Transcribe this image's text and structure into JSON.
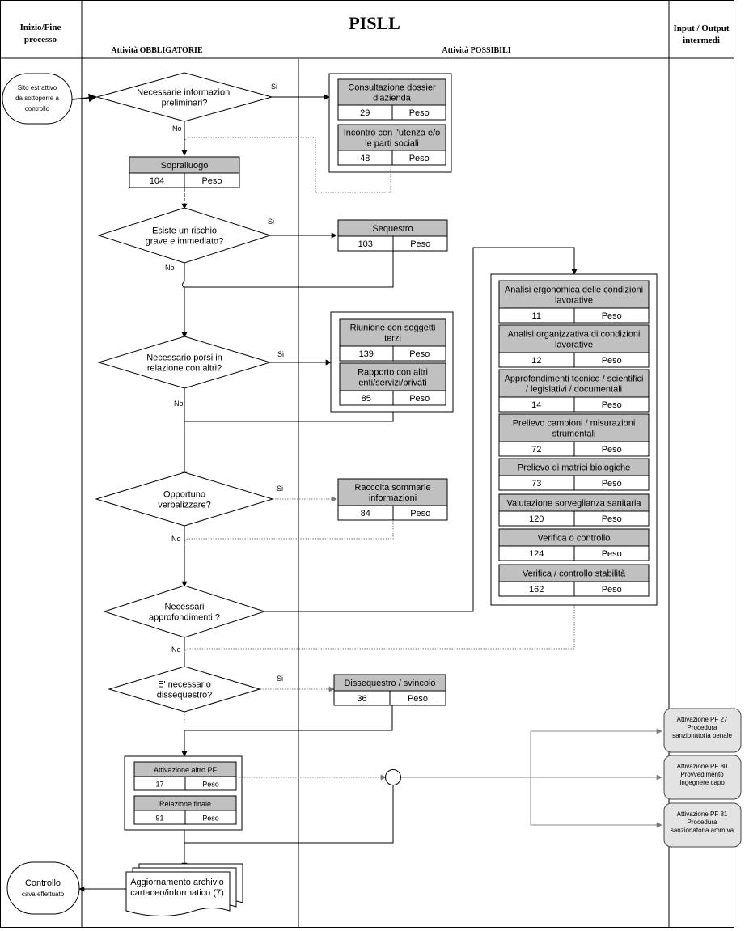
{
  "header": {
    "title": "PISLL",
    "col_start_end": [
      "Inizio/Fine",
      "processo"
    ],
    "col_mandatory": "Attività OBBLIGATORIE",
    "col_possible": "Attività POSSIBILI",
    "col_io": [
      "Input / Output",
      "intermedi"
    ]
  },
  "terminals": {
    "start": [
      "Sito estrattivo",
      "da sottoporre a",
      "controllo"
    ],
    "end": [
      "Controllo",
      "cava effettuato"
    ]
  },
  "decisions": [
    {
      "id": "d1",
      "lines": [
        "Necessarie informazioni",
        "preliminari?"
      ],
      "yes": "Si",
      "no": "No"
    },
    {
      "id": "d2",
      "lines": [
        "Esiste un rischio",
        "grave e immediato?"
      ],
      "yes": "Si",
      "no": "No"
    },
    {
      "id": "d3",
      "lines": [
        "Necessario porsi in",
        "relazione con altri?"
      ],
      "yes": "Si",
      "no": "No"
    },
    {
      "id": "d4",
      "lines": [
        "Opportuno",
        "verbalizzare?"
      ],
      "yes": "Si",
      "no": "No"
    },
    {
      "id": "d5",
      "lines": [
        "Necessari",
        "approfondimenti ?"
      ],
      "yes": "",
      "no": "No"
    },
    {
      "id": "d6",
      "lines": [
        "E' necessario",
        "dissequestro?"
      ],
      "yes": "Si",
      "no": ""
    }
  ],
  "activities": {
    "consultazione": {
      "lines": [
        "Consultazione dossier",
        "d'azienda"
      ],
      "code": "29",
      "weight": "Peso"
    },
    "incontro": {
      "lines": [
        "Incontro con l'utenza e/o",
        "le parti sociali"
      ],
      "code": "48",
      "weight": "Peso"
    },
    "sopralluogo": {
      "lines": [
        "Sopralluogo"
      ],
      "code": "104",
      "weight": "Peso"
    },
    "sequestro": {
      "lines": [
        "Sequestro"
      ],
      "code": "103",
      "weight": "Peso"
    },
    "riunione": {
      "lines": [
        "Riunione con soggetti",
        "terzi"
      ],
      "code": "139",
      "weight": "Peso"
    },
    "rapporto": {
      "lines": [
        "Rapporto con altri",
        "enti/servizi/privati"
      ],
      "code": "85",
      "weight": "Peso"
    },
    "raccolta": {
      "lines": [
        "Raccolta sommarie",
        "informazioni"
      ],
      "code": "84",
      "weight": "Peso"
    },
    "analisi_ergo": {
      "lines": [
        "Analisi ergonomica delle condizioni",
        "lavorative"
      ],
      "code": "11",
      "weight": "Peso"
    },
    "analisi_org": {
      "lines": [
        "Analisi organizzativa di condizioni",
        "lavorative"
      ],
      "code": "12",
      "weight": "Peso"
    },
    "approfondimenti": {
      "lines": [
        "Approfondimenti tecnico / scientifici",
        "/ legislativi / documentali"
      ],
      "code": "14",
      "weight": "Peso"
    },
    "prelievo_campioni": {
      "lines": [
        "Prelievo campioni / misurazioni",
        "strumentali"
      ],
      "code": "72",
      "weight": "Peso"
    },
    "prelievo_matrici": {
      "lines": [
        "Prelievo di matrici biologiche"
      ],
      "code": "73",
      "weight": "Peso"
    },
    "sorveglianza": {
      "lines": [
        "Valutazione sorveglianza sanitaria"
      ],
      "code": "120",
      "weight": "Peso"
    },
    "verifica_controllo": {
      "lines": [
        "Verifica o controllo"
      ],
      "code": "124",
      "weight": "Peso"
    },
    "verifica_stabilita": {
      "lines": [
        "Verifica / controllo stabilità"
      ],
      "code": "162",
      "weight": "Peso"
    },
    "dissequestro": {
      "lines": [
        "Dissequestro / svincolo"
      ],
      "code": "36",
      "weight": "Peso"
    },
    "attivazione_pf": {
      "lines": [
        "Attivazione altro PF"
      ],
      "code": "17",
      "weight": "Peso"
    },
    "relazione": {
      "lines": [
        "Relazione finale"
      ],
      "code": "91",
      "weight": "Peso"
    }
  },
  "document": [
    "Aggiornamento archivio",
    "cartaceo/informatico (7)"
  ],
  "outputs": [
    [
      "Attivazione PF 27",
      "Procedura",
      "sanzionatoria penale"
    ],
    [
      "Attivazione PF 80",
      "Provvedimento",
      "Ingegnere capo"
    ],
    [
      "Attivazione PF 81",
      "Procedura",
      "sanzionatoria amm.va"
    ]
  ],
  "colors": {
    "activity_header": "#c0c0c0",
    "output_fill": "#e3e3e3",
    "line": "#000000",
    "dotted": "#777777"
  }
}
